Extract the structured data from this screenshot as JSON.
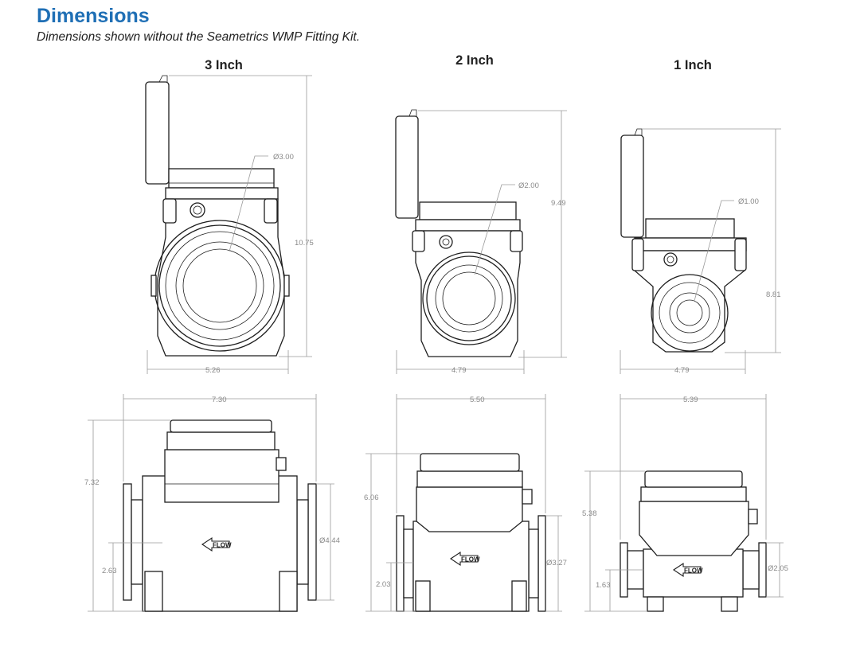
{
  "header": {
    "title": "Dimensions",
    "subtitle": "Dimensions shown without the Seametrics WMP Fitting Kit."
  },
  "sizes": [
    {
      "label": "3 Inch",
      "front": {
        "bore_dia": "Ø3.00",
        "height": "10.75",
        "width": "5.26"
      },
      "side": {
        "length": "7.30",
        "height": "7.32",
        "flange_dia": "Ø4.44",
        "centerline": "2.63",
        "flow_label": "FLOW"
      }
    },
    {
      "label": "2 Inch",
      "front": {
        "bore_dia": "Ø2.00",
        "height": "9.49",
        "width": "4.79"
      },
      "side": {
        "length": "5.50",
        "height": "6.06",
        "flange_dia": "Ø3.27",
        "centerline": "2.03",
        "flow_label": "FLOW"
      }
    },
    {
      "label": "1 Inch",
      "front": {
        "bore_dia": "Ø1.00",
        "height": "8.81",
        "width": "4.79"
      },
      "side": {
        "length": "5.39",
        "height": "5.38",
        "flange_dia": "Ø2.05",
        "centerline": "1.63",
        "flow_label": "FLOW"
      }
    }
  ]
}
